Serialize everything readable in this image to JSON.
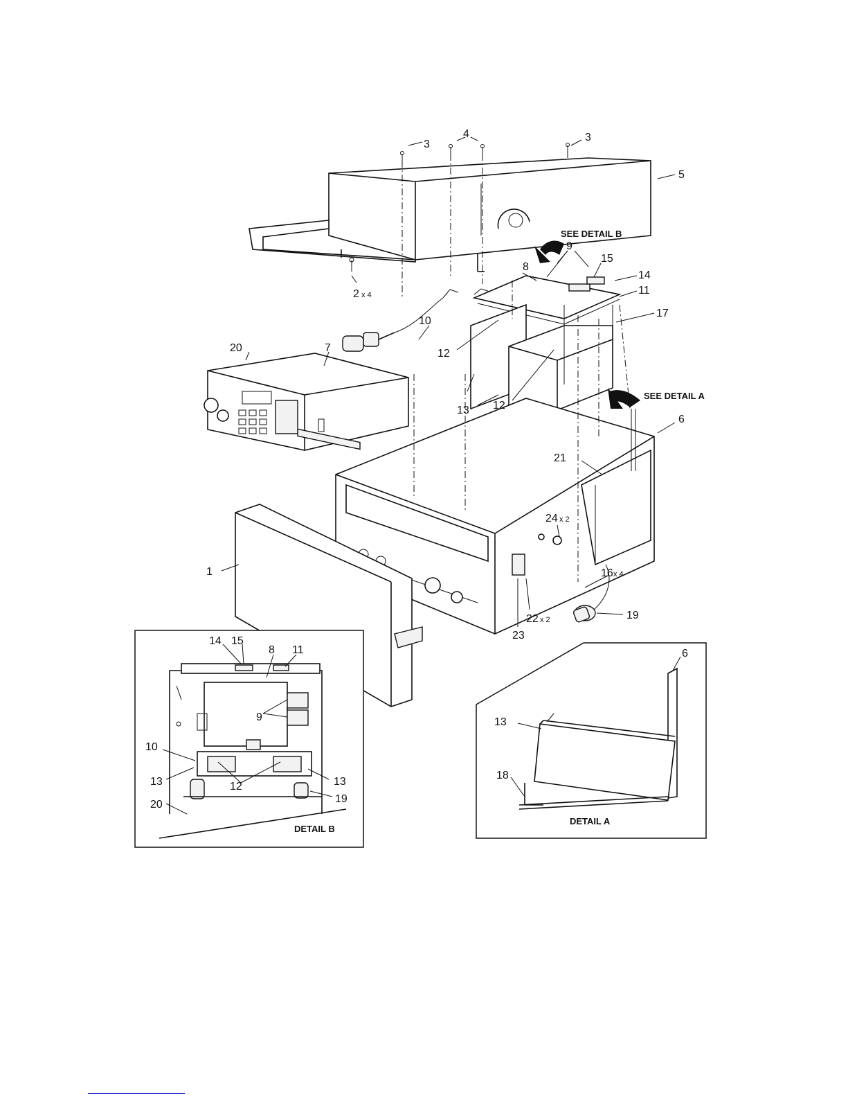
{
  "callouts": {
    "c3a": "3",
    "c4": "4",
    "c3b": "3",
    "c5": "5",
    "c2": "2",
    "c2x": "x 4",
    "see_detail_b": "SEE DETAIL B",
    "c9": "9",
    "c15": "15",
    "c14": "14",
    "c8": "8",
    "c11": "11",
    "c10": "10",
    "c17": "17",
    "c20": "20",
    "c7": "7",
    "c12a": "12",
    "c12b": "12",
    "c13": "13",
    "see_detail_a": "SEE DETAIL A",
    "c21": "21",
    "c6": "6",
    "c24": "24",
    "c24x": "x 2",
    "c1": "1",
    "c16": "16",
    "c16x": "x 4",
    "c19": "19",
    "c22": "22",
    "c22x": "x 2",
    "c23": "23"
  },
  "detail_b": {
    "caption": "DETAIL B",
    "c14": "14",
    "c15": "15",
    "c8": "8",
    "c11": "11",
    "c9": "9",
    "c10": "10",
    "c13a": "13",
    "c13b": "13",
    "c12": "12",
    "c19": "19",
    "c20": "20"
  },
  "detail_a": {
    "caption": "DETAIL A",
    "c6": "6",
    "c13": "13",
    "c18": "18"
  }
}
